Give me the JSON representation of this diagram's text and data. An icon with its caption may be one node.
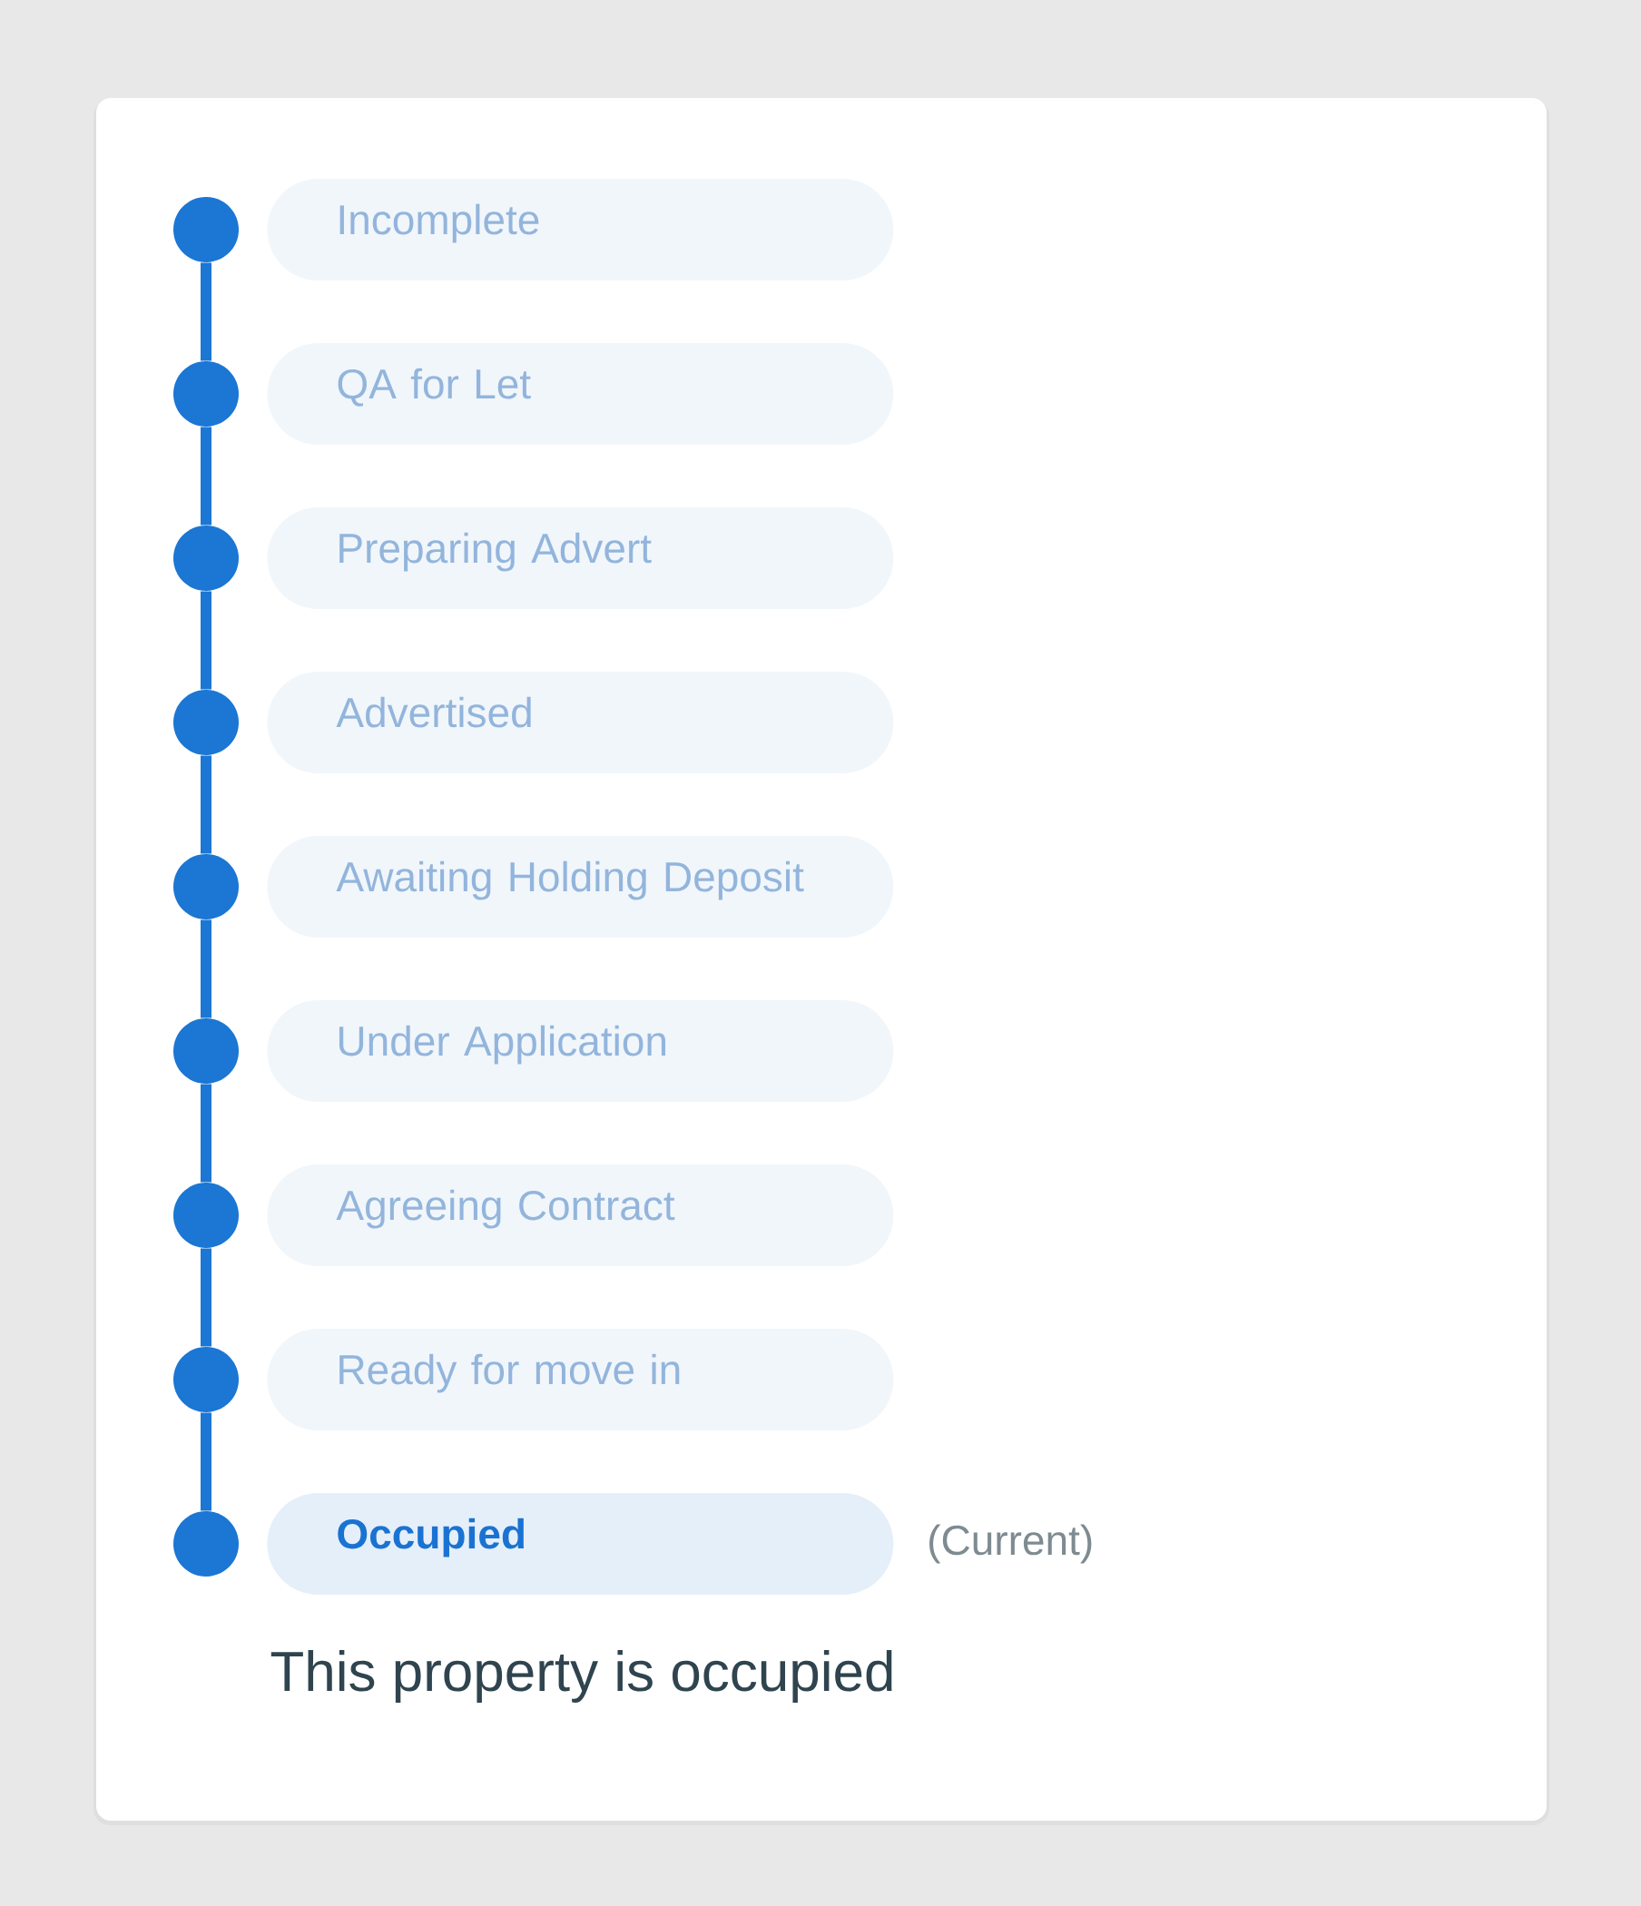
{
  "diagram": {
    "nodes": [
      {
        "text": [],
        "shape": "circle"
      },
      {
        "text": [
          "Incomplete"
        ]
      },
      {
        "text": [],
        "shape": "circle"
      },
      {
        "text": [
          "QA for Let"
        ]
      },
      {
        "text": [],
        "shape": "circle"
      },
      {
        "text": [
          "Preparing Advert"
        ]
      },
      {
        "text": [],
        "shape": "circle"
      },
      {
        "text": [
          "Advertised"
        ]
      },
      {
        "text": [],
        "shape": "circle"
      },
      {
        "text": [
          "Awaiting Holding Deposit"
        ]
      },
      {
        "text": [],
        "shape": "circle"
      },
      {
        "text": [
          "Under Application"
        ]
      },
      {
        "text": [],
        "shape": "circle"
      },
      {
        "text": [
          "Agreeing Contract"
        ]
      },
      {
        "text": [],
        "shape": "circle"
      },
      {
        "text": [
          "Ready for move in"
        ]
      },
      {
        "text": [],
        "shape": "circle"
      },
      {
        "text": [
          "Occupied"
        ],
        "beside": [
          "(Current)"
        ]
      }
    ],
    "edges": [
      {
        "from": 0,
        "to": 2,
        "arrow": "none"
      },
      {
        "from": 2,
        "to": 4,
        "arrow": "none"
      },
      {
        "from": 4,
        "to": 6,
        "arrow": "none"
      },
      {
        "from": 6,
        "to": 8,
        "arrow": "none"
      },
      {
        "from": 8,
        "to": 10,
        "arrow": "none"
      },
      {
        "from": 10,
        "to": 12,
        "arrow": "none"
      },
      {
        "from": 12,
        "to": 14,
        "arrow": "none"
      },
      {
        "from": 14,
        "to": 16,
        "arrow": "none"
      }
    ],
    "labels": [
      "This property is occupied"
    ]
  }
}
